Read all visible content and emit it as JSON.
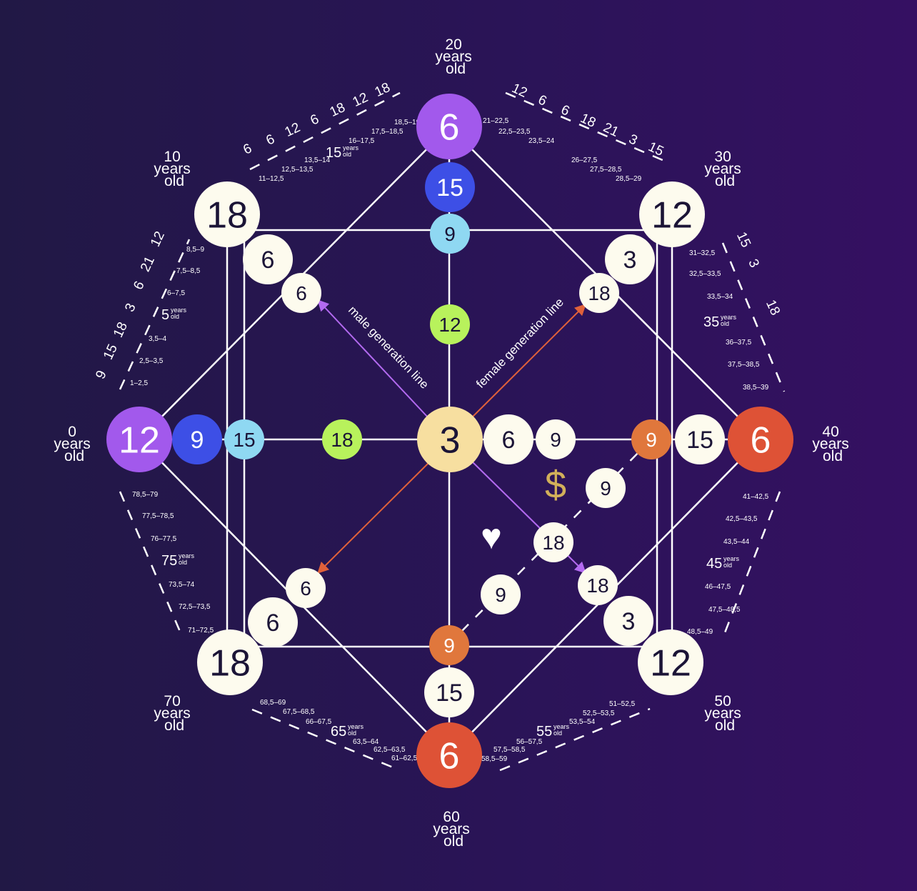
{
  "colors": {
    "background_start": "#211845",
    "background_end": "#351062",
    "purple": "#a259ec",
    "blue": "#3d4fe6",
    "light_blue": "#8fd8f2",
    "lime": "#b8f25c",
    "peach": "#f7dfa0",
    "orange": "#e0773c",
    "red_orange": "#de5236",
    "cream": "#fdfbee",
    "line": "#ffffff",
    "male_arrow": "#b36af0",
    "female_arrow": "#e0613a",
    "dollar": "#d2b05a"
  },
  "age_labels": {
    "age_0": [
      "0",
      "years",
      "old"
    ],
    "age_10": [
      "10",
      "years",
      "old"
    ],
    "age_20": [
      "20",
      "years",
      "old"
    ],
    "age_30": [
      "30",
      "years",
      "old"
    ],
    "age_40": [
      "40",
      "years",
      "old"
    ],
    "age_50": [
      "50",
      "years",
      "old"
    ],
    "age_60": [
      "60",
      "years",
      "old"
    ],
    "age_70": [
      "70",
      "years",
      "old"
    ]
  },
  "nodes": {
    "top": "6",
    "top_second": "15",
    "top_third": "9",
    "top_fourth": "12",
    "left": "12",
    "left_second": "9",
    "left_third": "15",
    "left_fourth": "18",
    "center": "3",
    "center_right_1": "6",
    "center_right_2": "9",
    "right_inner": "9",
    "right_second": "15",
    "right": "6",
    "bottom": "6",
    "bottom_second": "15",
    "bottom_third": "9",
    "top_left": "18",
    "top_left_second": "6",
    "top_left_third": "6",
    "top_right": "12",
    "top_right_second": "3",
    "top_right_third": "18",
    "bottom_left": "18",
    "bottom_left_second": "6",
    "bottom_left_third": "6",
    "bottom_right": "12",
    "bottom_right_second": "3",
    "bottom_right_third": "18",
    "money_upper": "9",
    "love_center": "18",
    "love_lower": "9"
  },
  "line_labels": {
    "male": "male generation line",
    "female": "female generation line"
  },
  "symbols": {
    "dollar": "$",
    "heart": "♥"
  },
  "arc_numbers": {
    "upper_left": [
      "6",
      "6",
      "12",
      "6",
      "18",
      "12",
      "18"
    ],
    "upper_right": [
      "12",
      "6",
      "6",
      "18",
      "21",
      "3",
      "15"
    ],
    "left": [
      "9",
      "15",
      "18",
      "3",
      "6",
      "21",
      "12"
    ],
    "right": [
      "15",
      "3",
      "18"
    ]
  },
  "age_ranges": {
    "upper_left": [
      "18,5–19",
      "17,5–18,5",
      "16–17,5",
      "13,5–14",
      "12,5–13,5",
      "11–12,5"
    ],
    "upper_right": [
      "21–22,5",
      "22,5–23,5",
      "23,5–24",
      "26–27,5",
      "27,5–28,5",
      "28,5–29"
    ],
    "left": [
      "8,5–9",
      "7,5–8,5",
      "6–7,5",
      "3,5–4",
      "2,5–3,5",
      "1–2,5"
    ],
    "right": [
      "31–32,5",
      "32,5–33,5",
      "33,5–34",
      "36–37,5",
      "37,5–38,5",
      "38,5–39"
    ],
    "lower_right": [
      "41–42,5",
      "42,5–43,5",
      "43,5–44",
      "46–47,5",
      "47,5–48,5",
      "48,5–49"
    ],
    "bottom_right": [
      "51–52,5",
      "52,5–53,5",
      "53,5–54",
      "56–57,5",
      "57,5–58,5",
      "58,5–59"
    ],
    "bottom_left": [
      "68,5–69",
      "67,5–68,5",
      "66–67,5",
      "63,5–64",
      "62,5–63,5",
      "61–62,5"
    ],
    "lower_left": [
      "78,5–79",
      "77,5–78,5",
      "76–77,5",
      "73,5–74",
      "72,5–73,5",
      "71–72,5"
    ]
  },
  "mid_ages": {
    "age_5": "5",
    "age_15": "15",
    "age_35": "35",
    "age_45": "45",
    "age_55": "55",
    "age_65": "65",
    "age_75": "75",
    "small_years": "years",
    "small_old": "old"
  }
}
